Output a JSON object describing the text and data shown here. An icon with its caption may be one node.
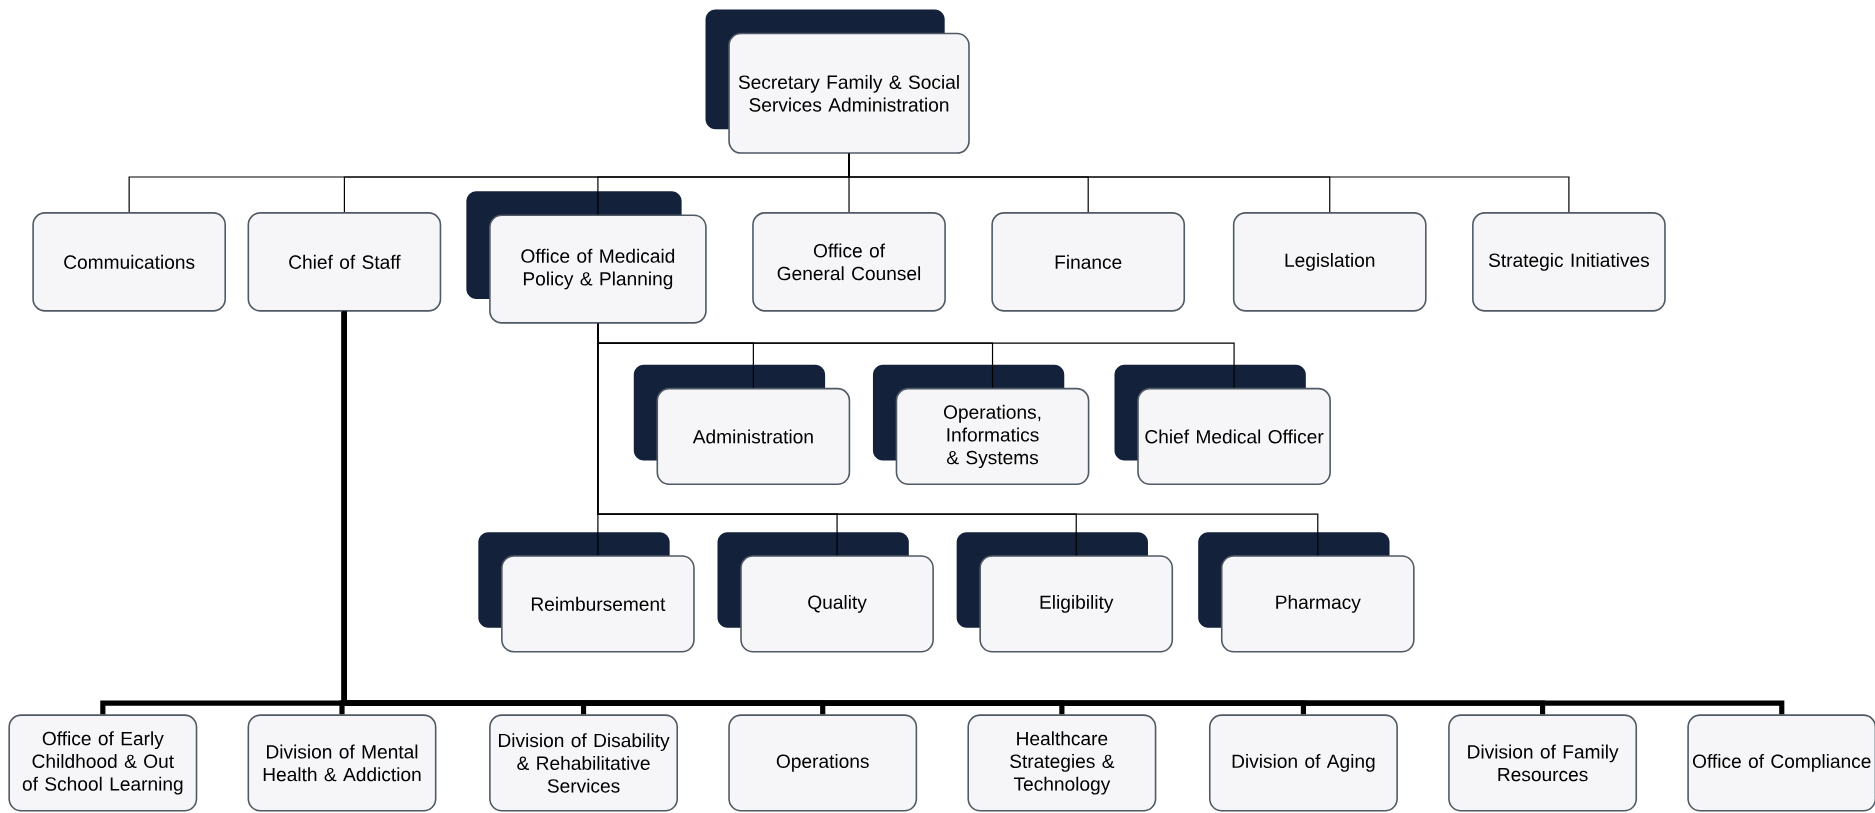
{
  "diagram": {
    "nodes": [
      {
        "text": [
          "Secretary Family & Social Services Administration"
        ]
      },
      {
        "text": [
          "Commuications"
        ]
      },
      {
        "text": [
          "Chief of Staff"
        ]
      },
      {
        "text": [
          "Office of Medicaid Policy & Planning"
        ]
      },
      {
        "text": [
          "Office of General Counsel"
        ]
      },
      {
        "text": [
          "Finance"
        ]
      },
      {
        "text": [
          "Legislation"
        ]
      },
      {
        "text": [
          "Strategic Initiatives"
        ]
      },
      {
        "text": [
          "Administration"
        ]
      },
      {
        "text": [
          "Operations, Informatics & Systems"
        ]
      },
      {
        "text": [
          "Chief Medical Officer"
        ]
      },
      {
        "text": [
          "Reimbursement"
        ]
      },
      {
        "text": [
          "Quality"
        ]
      },
      {
        "text": [
          "Eligibility"
        ]
      },
      {
        "text": [
          "Pharmacy"
        ]
      },
      {
        "text": [
          "Office of Early Childhood & Out of School Learning"
        ]
      },
      {
        "text": [
          "Division of Mental Health & Addiction"
        ]
      },
      {
        "text": [
          "Division of Disability & Rehabilitative Services"
        ]
      },
      {
        "text": [
          "Operations"
        ]
      },
      {
        "text": [
          "Healthcare Strategies & Technology"
        ]
      },
      {
        "text": [
          "Division of Aging"
        ]
      },
      {
        "text": [
          "Division of Family Resources"
        ]
      },
      {
        "text": [
          "Office of Compliance"
        ]
      }
    ],
    "edges": [
      {
        "from": 0,
        "to": 1,
        "arrow": "none"
      },
      {
        "from": 0,
        "to": 2,
        "arrow": "none"
      },
      {
        "from": 0,
        "to": 3,
        "arrow": "none"
      },
      {
        "from": 0,
        "to": 4,
        "arrow": "none"
      },
      {
        "from": 0,
        "to": 5,
        "arrow": "none"
      },
      {
        "from": 0,
        "to": 6,
        "arrow": "none"
      },
      {
        "from": 0,
        "to": 7,
        "arrow": "none"
      },
      {
        "from": 3,
        "to": 8,
        "arrow": "none"
      },
      {
        "from": 3,
        "to": 9,
        "arrow": "none"
      },
      {
        "from": 3,
        "to": 10,
        "arrow": "none"
      },
      {
        "from": 3,
        "to": 11,
        "arrow": "none"
      },
      {
        "from": 3,
        "to": 12,
        "arrow": "none"
      },
      {
        "from": 3,
        "to": 13,
        "arrow": "none"
      },
      {
        "from": 3,
        "to": 14,
        "arrow": "none"
      },
      {
        "from": 2,
        "to": 15,
        "arrow": "none",
        "style": "thick"
      },
      {
        "from": 2,
        "to": 16,
        "arrow": "none",
        "style": "thick"
      },
      {
        "from": 2,
        "to": 17,
        "arrow": "none",
        "style": "thick"
      },
      {
        "from": 2,
        "to": 18,
        "arrow": "none",
        "style": "thick"
      },
      {
        "from": 2,
        "to": 19,
        "arrow": "none",
        "style": "thick"
      },
      {
        "from": 2,
        "to": 20,
        "arrow": "none",
        "style": "thick"
      },
      {
        "from": 2,
        "to": 21,
        "arrow": "none",
        "style": "thick"
      },
      {
        "from": 2,
        "to": 22,
        "arrow": "none",
        "style": "thick"
      }
    ]
  }
}
